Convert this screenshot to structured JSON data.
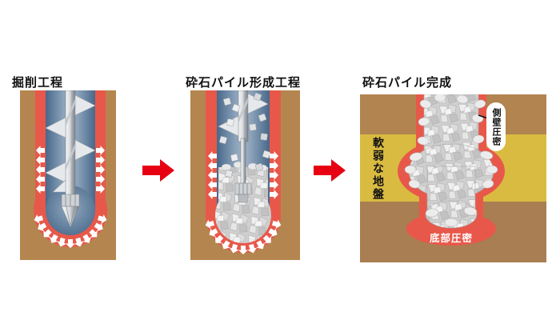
{
  "diagram": {
    "subject": "gravel-pile ground improvement process",
    "colors": {
      "process_arrow_red": "#e60012",
      "compaction_red": "#e8584a",
      "soil_brown": "#b5854f",
      "soil_brown_dark": "#a97e52",
      "soft_ground_yellow": "#d9bb41",
      "bore_hole_blue": "#5d7d9e",
      "gravel_gray": "#d9d9d9",
      "auger_metal": "#c9ccd0"
    }
  },
  "panels": [
    {
      "title": "掘削工程"
    },
    {
      "title": "砕石パイル形成工程"
    },
    {
      "title": "砕石パイル完成",
      "labels": {
        "side_wall": "側壁圧密",
        "soft_ground": "軟弱な地盤",
        "bottom": "底部圧密"
      }
    }
  ]
}
